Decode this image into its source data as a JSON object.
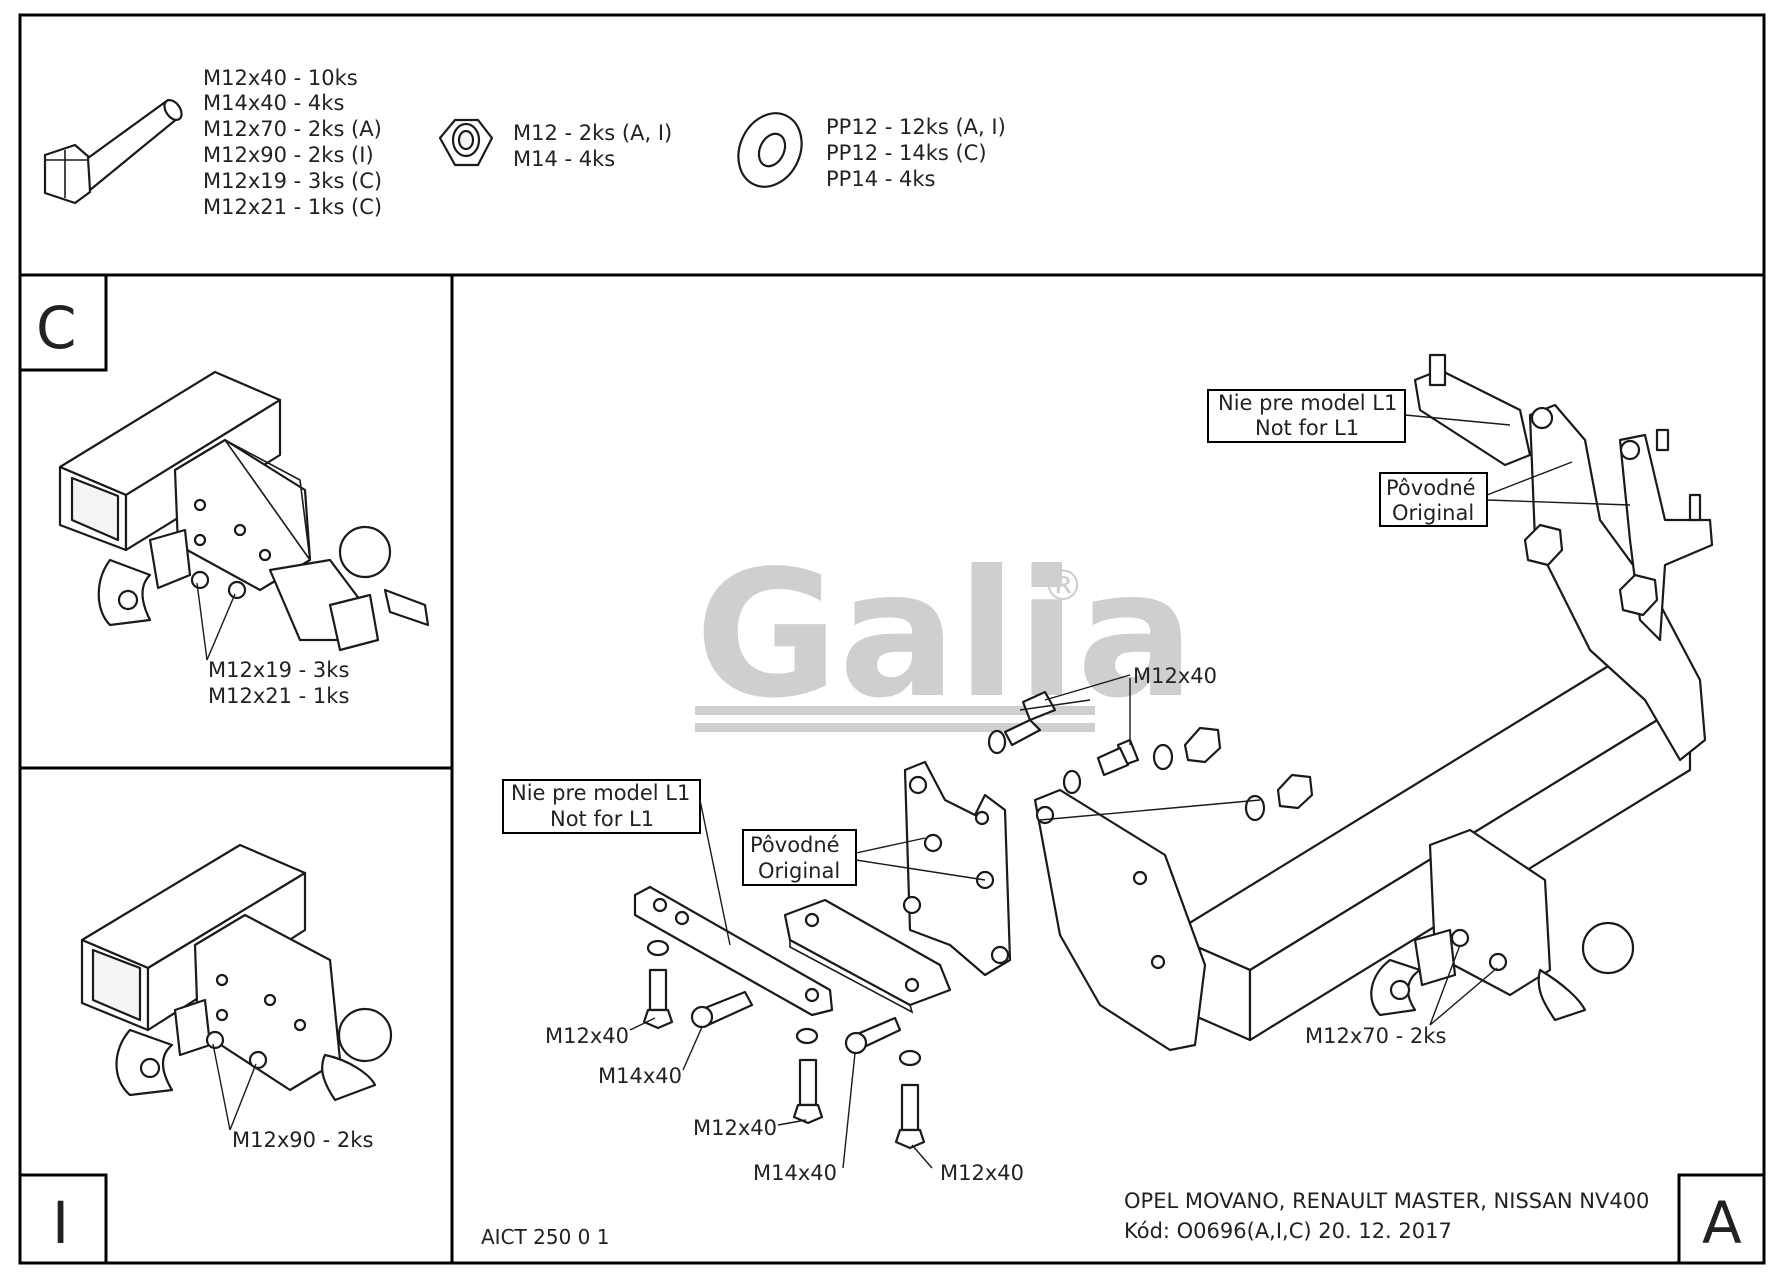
{
  "parts_list": {
    "bolts": [
      "M12x40 - 10ks",
      "M14x40 - 4ks",
      "M12x70 - 2ks (A)",
      "M12x90 - 2ks (I)",
      "M12x19 - 3ks (C)",
      "M12x21 - 1ks (C)"
    ],
    "nuts": [
      "M12 - 2ks (A, I)",
      "M14 - 4ks"
    ],
    "washers": [
      "PP12 - 12ks (A, I)",
      "PP12 - 14ks (C)",
      "PP14 - 4ks"
    ]
  },
  "variants": {
    "c": {
      "letter": "C",
      "label_1": "M12x19 - 3ks",
      "label_2": "M12x21 - 1ks"
    },
    "i": {
      "letter": "I",
      "label": "M12x90 - 2ks"
    },
    "a": {
      "letter": "A"
    }
  },
  "watermark": {
    "text": "Galia",
    "registered": "®"
  },
  "callouts": {
    "not_l1_top_1": "Nie pre model L1",
    "not_l1_top_2": "Not for L1",
    "orig_top_1": "Pôvodné",
    "orig_top_2": "Original",
    "not_l1_left_1": "Nie pre model L1",
    "not_l1_left_2": "Not for L1",
    "orig_left_1": "Pôvodné",
    "orig_left_2": "Original",
    "m12x40_top": "M12x40",
    "m12x70": "M12x70 - 2ks",
    "m12x40_a": "M12x40",
    "m14x40_a": "M14x40",
    "m12x40_b": "M12x40",
    "m14x40_b": "M14x40",
    "m12x40_c": "M12x40"
  },
  "footer": {
    "doc_code": "AICT 250 0 1",
    "vehicle": "OPEL MOVANO, RENAULT MASTER, NISSAN NV400",
    "kod": "Kód: O0696(A,I,C)  20. 12. 2017"
  }
}
